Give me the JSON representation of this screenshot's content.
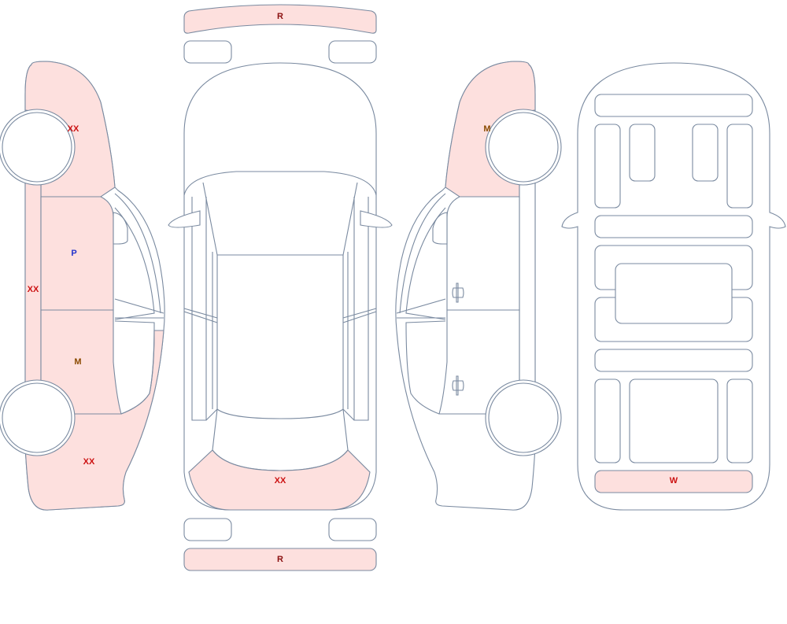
{
  "colors": {
    "damaged_fill": "#fde0de",
    "panel_fill": "#ffffff",
    "outline": "#7a8aa0",
    "code_XX": "#cc1111",
    "code_M": "#8a4a00",
    "code_P": "#2233cc",
    "code_R": "#8a1010",
    "code_W": "#cc1111"
  },
  "views": {
    "left_side": {
      "front_fender": "XX",
      "rocker_sill": "XX",
      "front_door": "P",
      "rear_door": "M",
      "rear_quarter": "XX"
    },
    "top": {
      "front_bumper": "R",
      "hood": "XX",
      "rear_bumper": "R"
    },
    "right_side": {
      "front_fender": "M"
    },
    "underside": {
      "rear_panel": "W"
    }
  }
}
